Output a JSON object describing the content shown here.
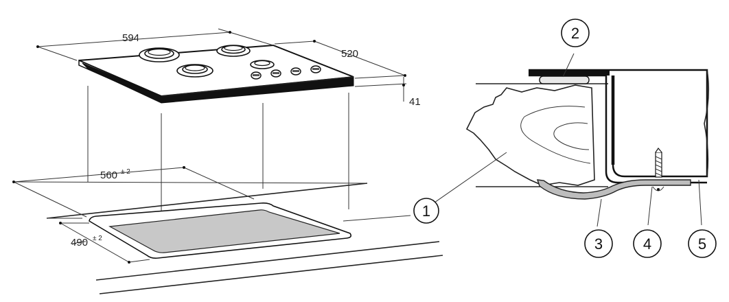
{
  "dimensions": {
    "hob_width": "594",
    "hob_depth": "520",
    "hob_height": "41",
    "cutout_width": "560",
    "cutout_width_tolerance": "± 2",
    "cutout_depth": "490",
    "cutout_depth_tolerance": "± 2"
  },
  "callouts": [
    "1",
    "2",
    "3",
    "4",
    "5"
  ],
  "colors": {
    "line": "#222222",
    "cutout_fill": "#c8c8c8",
    "gasket_fill": "#e8e8e8",
    "bracket_fill": "#bdbdbd",
    "hob_edge": "#111111"
  }
}
